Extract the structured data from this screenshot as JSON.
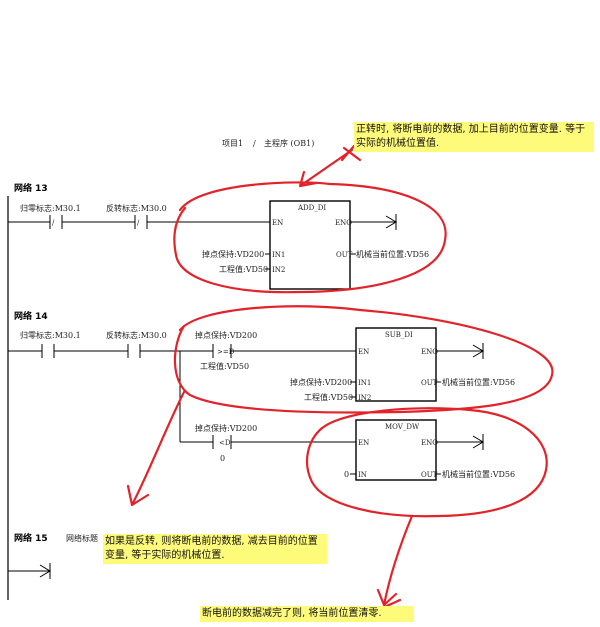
{
  "header": {
    "project": "项目1",
    "sep": "/",
    "program": "主程序 (OB1)"
  },
  "colors": {
    "annotation_red": "#e2232a",
    "note_bg": "#fffb7a",
    "line": "#000000"
  },
  "notes": {
    "top_line1": "正转时, 将断电前的数据, 加上目前的位置变量. 等于",
    "top_line2": "实际的机械位置值.",
    "mid_line1": "如果是反转, 则将断电前的数据, 减去目前的位置",
    "mid_line2": "变量,  等于实际的机械位置.",
    "bottom": "断电前的数据减完了则, 将当前位置清零."
  },
  "net13": {
    "label": "网络 13",
    "c1": "归零标志:M30.1",
    "c2": "反转标志:M30.0",
    "box_title": "ADD_DI",
    "en": "EN",
    "eno": "ENO",
    "in1": "IN1",
    "in2": "IN2",
    "out": "OUT",
    "in1_sym": "掉点保持:VD200",
    "in2_sym": "工程值:VD50",
    "out_sym": "机械当前位置:VD56",
    "nc": "/"
  },
  "net14": {
    "label": "网络 14",
    "c1": "归零标志:M30.1",
    "c2": "反转标志:M30.0",
    "cmp1_top": "掉点保持:VD200",
    "cmp1_op": ">=D",
    "cmp1_bot": "工程值:VD50",
    "sub_title": "SUB_DI",
    "en": "EN",
    "eno": "ENO",
    "in1": "IN1",
    "in2": "IN2",
    "out": "OUT",
    "sub_in1": "掉点保持:VD200",
    "sub_in2": "工程值:VD50",
    "sub_out": "机械当前位置:VD56",
    "cmp2_top": "掉点保持:VD200",
    "cmp2_op": "<D",
    "cmp2_bot": "0",
    "mov_title": "MOV_DW",
    "in": "IN",
    "mov_in": "0",
    "mov_out": "机械当前位置:VD56"
  },
  "net15": {
    "label": "网络 15",
    "title": "网络标题"
  }
}
